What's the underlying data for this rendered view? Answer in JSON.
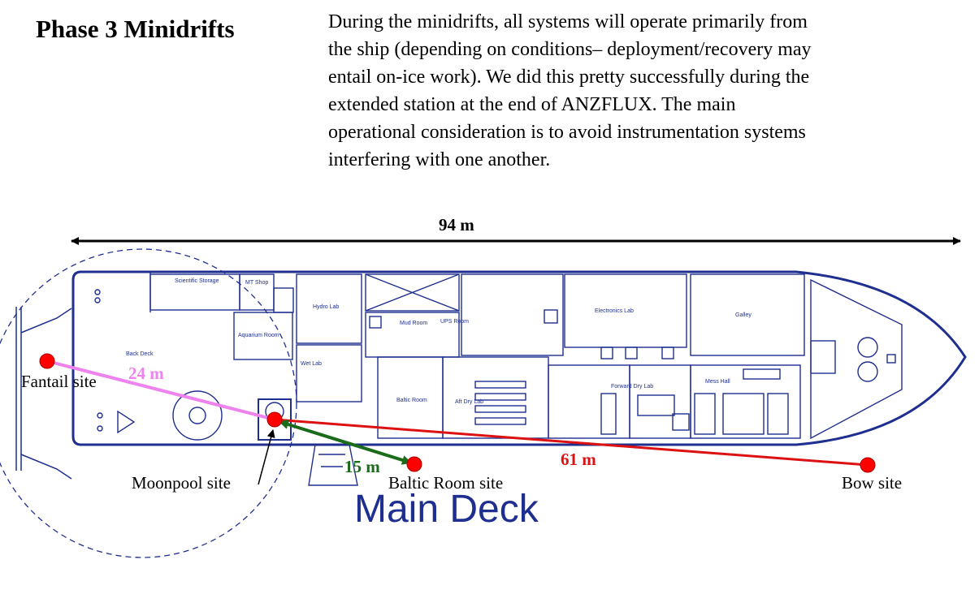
{
  "title": "Phase 3 Minidrifts",
  "description_lines": [
    "During the minidrifts, all systems will operate primarily from",
    "the ship (depending on conditions– deployment/recovery may",
    "entail on-ice work). We did this pretty successfully during the",
    "extended station at the end of ANZFLUX. The main",
    "operational consideration is to avoid instrumentation systems",
    "interfering with one another."
  ],
  "ship_length_label": "94 m",
  "deck_name": "Main Deck",
  "sites": {
    "fantail": "Fantail site",
    "moonpool": "Moonpool site",
    "baltic": "Baltic Room site",
    "bow": "Bow site"
  },
  "distances": {
    "fantail_moonpool": "24 m",
    "moonpool_baltic": "15 m",
    "moonpool_bow": "61 m"
  },
  "colors": {
    "ship_outline": "#1f2f8f",
    "site_marker": "#ff0000",
    "fantail_line": "#ee82ee",
    "baltic_line": "#1a6b1a",
    "bow_line": "#dd1111"
  },
  "rooms": [
    "Scientific Storage",
    "MT Shop",
    "Hydro Lab",
    "Aquarium Room",
    "Back Deck",
    "Wet Lab",
    "Mud Room",
    "UPS Room",
    "Baltic Room",
    "Aft Dry Lab",
    "Electronics Lab",
    "Forward Dry Lab",
    "Mess Hall",
    "Galley"
  ]
}
